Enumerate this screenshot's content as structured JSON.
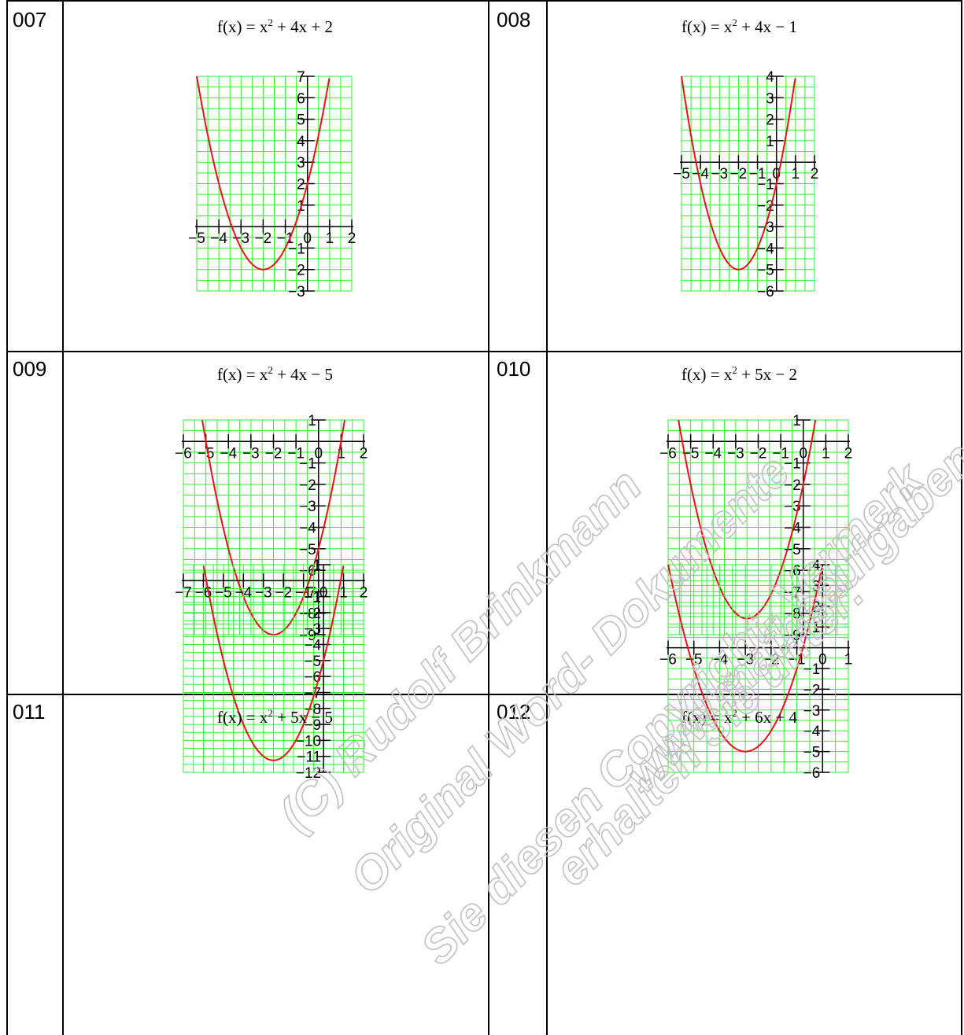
{
  "cells": [
    {
      "number": "007",
      "title_prefix": "f(x) = x",
      "title_suffix": " + 4x + 2"
    },
    {
      "number": "008",
      "title_prefix": "f(x) = x",
      "title_suffix": " + 4x − 1"
    },
    {
      "number": "009",
      "title_prefix": "f(x) = x",
      "title_suffix": " + 4x − 5"
    },
    {
      "number": "010",
      "title_prefix": "f(x) = x",
      "title_suffix": " + 5x − 2"
    },
    {
      "number": "011",
      "title_prefix": "f(x) = x",
      "title_suffix": " + 5x − 5"
    },
    {
      "number": "012",
      "title_prefix": "f(x) = x",
      "title_suffix": " + 6x + 4"
    }
  ],
  "superscript": "2",
  "colors": {
    "grid": "#33ee33",
    "curve": "#ee1111",
    "axis": "#000000",
    "border": "#000000",
    "watermark": "#c0c0c0"
  },
  "watermark": {
    "lines": [
      "(C) Rudolf Brinkmann",
      "Original Word- Dokumente",
      "Sie diesen Copyright- Vermerk",
      "erhalten Sie unter:",
      "www.matheaufgaben-du.de"
    ]
  },
  "chart_data": [
    {
      "type": "line",
      "title": "f(x) = x² + 4x + 2",
      "coefficients": {
        "a": 1,
        "b": 4,
        "c": 2
      },
      "xlim": [
        -5,
        2
      ],
      "ylim": [
        -3,
        7
      ],
      "xticks": [
        "-5",
        "-4",
        "-3",
        "-2",
        "-1",
        "0",
        "1",
        "2"
      ],
      "yticks": [
        "-3",
        "-2",
        "-1",
        "1",
        "2",
        "3",
        "4",
        "5",
        "6",
        "7"
      ],
      "grid": true
    },
    {
      "type": "line",
      "title": "f(x) = x² + 4x − 1",
      "coefficients": {
        "a": 1,
        "b": 4,
        "c": -1
      },
      "xlim": [
        -5,
        2
      ],
      "ylim": [
        -6,
        4
      ],
      "xticks": [
        "-5",
        "-4",
        "-3",
        "-2",
        "-1",
        "0",
        "1",
        "2"
      ],
      "yticks": [
        "-6",
        "-5",
        "-4",
        "-3",
        "-2",
        "-1",
        "1",
        "2",
        "3",
        "4"
      ],
      "grid": true
    },
    {
      "type": "line",
      "title": "f(x) = x² + 4x − 5",
      "coefficients": {
        "a": 1,
        "b": 4,
        "c": -5
      },
      "xlim": [
        -6,
        2
      ],
      "ylim": [
        -9,
        1
      ],
      "xticks": [
        "-6",
        "-5",
        "-4",
        "-3",
        "-2",
        "-1",
        "0",
        "1",
        "2"
      ],
      "yticks": [
        "-9",
        "-8",
        "-7",
        "-6",
        "-5",
        "-4",
        "-3",
        "-2",
        "-1",
        "1"
      ],
      "grid": true
    },
    {
      "type": "line",
      "title": "f(x) = x² + 5x − 2",
      "coefficients": {
        "a": 1,
        "b": 5,
        "c": -2
      },
      "xlim": [
        -6,
        2
      ],
      "ylim": [
        -9,
        1
      ],
      "xticks": [
        "-6",
        "-5",
        "-4",
        "-3",
        "-2",
        "-1",
        "0",
        "1",
        "2"
      ],
      "yticks": [
        "-9",
        "-8",
        "-7",
        "-6",
        "-5",
        "-4",
        "-3",
        "-2",
        "-1",
        "1"
      ],
      "grid": true
    },
    {
      "type": "line",
      "title": "f(x) = x² + 5x − 5",
      "coefficients": {
        "a": 1,
        "b": 5,
        "c": -5
      },
      "xlim": [
        -7,
        2
      ],
      "ylim": [
        -12,
        1
      ],
      "xticks": [
        "-7",
        "-6",
        "-5",
        "-4",
        "-3",
        "-2",
        "-1",
        "0",
        "1",
        "2"
      ],
      "yticks": [
        "-12",
        "-11",
        "-10",
        "-9",
        "-8",
        "-7",
        "-6",
        "-5",
        "-4",
        "-3",
        "-2",
        "-1",
        "1"
      ],
      "grid": true
    },
    {
      "type": "line",
      "title": "f(x) = x² + 6x + 4",
      "coefficients": {
        "a": 1,
        "b": 6,
        "c": 4
      },
      "xlim": [
        -6,
        1
      ],
      "ylim": [
        -6,
        4
      ],
      "xticks": [
        "-6",
        "-5",
        "-4",
        "-3",
        "-2",
        "-1",
        "0",
        "1"
      ],
      "yticks": [
        "-6",
        "-5",
        "-4",
        "-3",
        "-2",
        "-1",
        "1",
        "2",
        "3",
        "4"
      ],
      "grid": true
    }
  ]
}
